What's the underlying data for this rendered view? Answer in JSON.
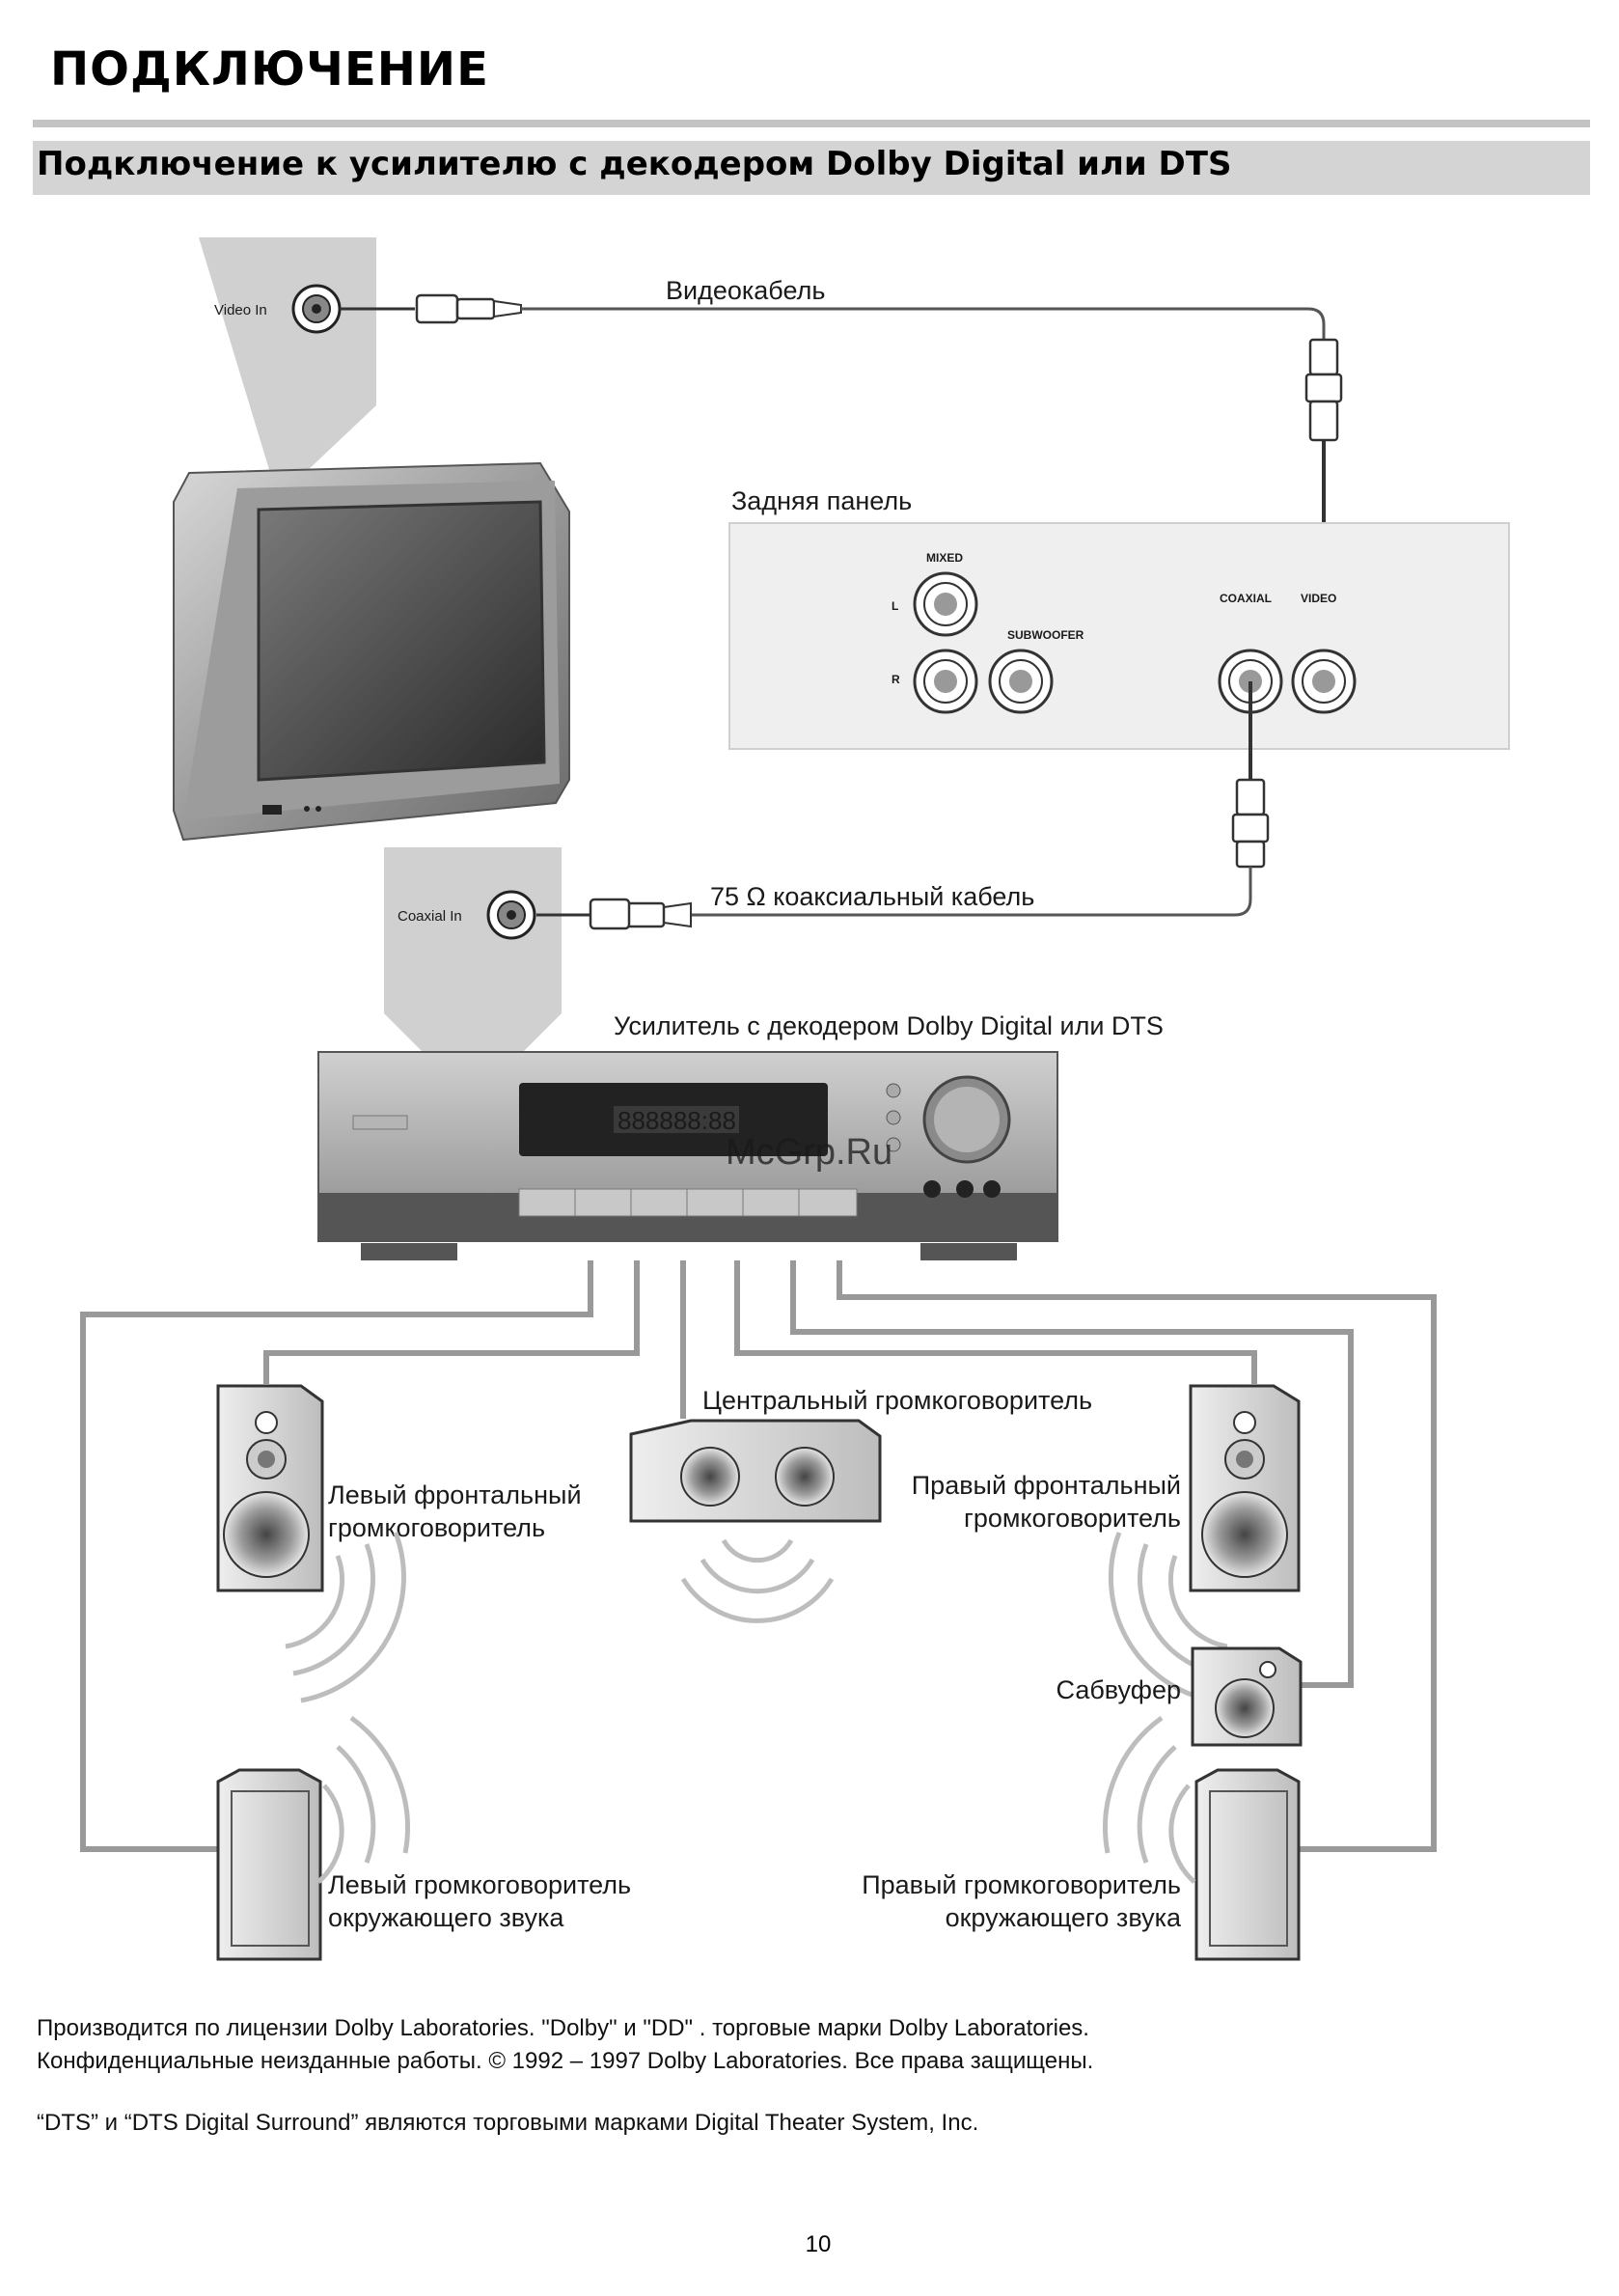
{
  "page": {
    "title": "ПОДКЛЮЧЕНИЕ",
    "section_title": "Подключение к усилителю с декодером Dolby Digital или DTS",
    "page_number": "10"
  },
  "diagram": {
    "video_in_label": "Video In",
    "coaxial_in_label": "Coaxial In",
    "video_cable_label": "Видеокабель",
    "rear_panel_label": "Задняя панель",
    "coax_cable_label": "75 Ω коаксиальный кабель",
    "amplifier_label": "Усилитель с декодером Dolby Digital или DTS",
    "jacks": {
      "mixed": "MIXED",
      "l": "L",
      "r": "R",
      "subwoofer": "SUBWOOFER",
      "coaxial": "COAXIAL",
      "video": "VIDEO"
    },
    "watermark": "McGrp.Ru",
    "speakers": {
      "center": "Центральный громкоговоритель",
      "left_front_1": "Левый фронтальный",
      "left_front_2": "громкоговоритель",
      "right_front_1": "Правый фронтальный",
      "right_front_2": "громкоговоритель",
      "subwoofer": "Сабвуфер",
      "left_surround_1": "Левый громкоговоритель",
      "left_surround_2": "окружающего звука",
      "right_surround_1": "Правый громкоговоритель",
      "right_surround_2": "окружающего звука"
    }
  },
  "footnotes": {
    "dolby_line1": "Производится по лицензии Dolby Laboratories. \"Dolby\" и \"DD\" . торговые марки Dolby Laboratories.",
    "dolby_line2": "Конфиденциальные неизданные работы. © 1992 – 1997 Dolby Laboratories. Все права защищены.",
    "dts": "“DTS” и “DTS Digital Surround” являются торговыми марками Digital Theater System, Inc."
  }
}
